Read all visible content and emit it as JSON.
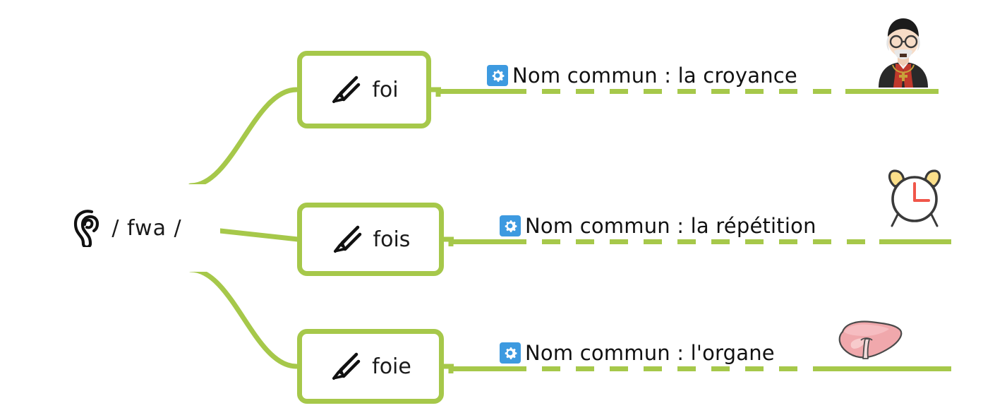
{
  "diagram": {
    "type": "mind-map",
    "title_visible": false,
    "colors": {
      "branch_green": "#a6c84a",
      "accent_blue": "#3d9ae0",
      "text_black": "#111111",
      "background": "#ffffff"
    },
    "root": {
      "icon": "ear-icon",
      "label": "/ fwa /"
    },
    "branches": [
      {
        "icon": "pencil-icon",
        "label": "foi",
        "leaf": {
          "icon": "gear-icon",
          "text": "Nom commun : la croyance",
          "emoji": "priest-emoji"
        }
      },
      {
        "icon": "pencil-icon",
        "label": "fois",
        "leaf": {
          "icon": "gear-icon",
          "text": "Nom commun : la répétition",
          "emoji": "alarm-clock-emoji"
        }
      },
      {
        "icon": "pencil-icon",
        "label": "foie",
        "leaf": {
          "icon": "gear-icon",
          "text": "Nom commun : l'organe",
          "emoji": "liver-emoji"
        }
      }
    ]
  }
}
